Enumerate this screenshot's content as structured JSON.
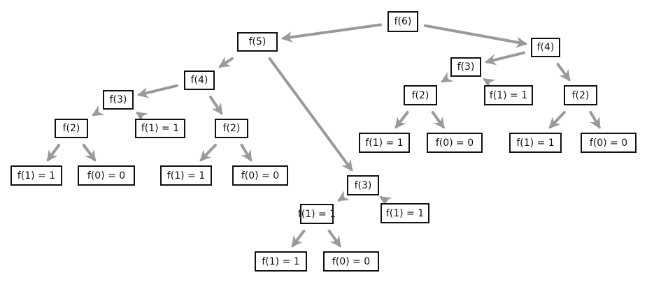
{
  "colors": {
    "arrow": "#9a9a9a",
    "node_border": "#111111",
    "node_text": "#111111",
    "background": "#ffffff"
  },
  "nodes": {
    "n1": {
      "label": "f(6)"
    },
    "n2": {
      "label": "f(5)"
    },
    "n3": {
      "label": "f(4)"
    },
    "n4": {
      "label": "f(4)"
    },
    "n5": {
      "label": "f(3)"
    },
    "n6": {
      "label": "f(3)"
    },
    "n7": {
      "label": "f(2)"
    },
    "n8": {
      "label": "f(1) = 1"
    },
    "n9": {
      "label": "f(2)"
    },
    "n10": {
      "label": "f(1) = 1"
    },
    "n11": {
      "label": "f(0) = 0"
    },
    "n12": {
      "label": "f(1) = 1"
    },
    "n13": {
      "label": "f(0) = 0"
    },
    "n14": {
      "label": "f(3)"
    },
    "n15": {
      "label": "f(2)"
    },
    "n16": {
      "label": "f(1) = 1"
    },
    "n17": {
      "label": "f(1) = 1"
    },
    "n18": {
      "label": "f(0) = 0"
    },
    "n19": {
      "label": "f(2)"
    },
    "n20": {
      "label": "f(1) = 1"
    },
    "n21": {
      "label": "f(1) = 1"
    },
    "n22": {
      "label": "f(0) = 0"
    },
    "n23": {
      "label": "f(1) = 1"
    },
    "n24": {
      "label": "f(0) = 0"
    },
    "n25": {
      "label": "f(1) = 1"
    }
  },
  "edges": [
    [
      "n1",
      "n2"
    ],
    [
      "n1",
      "n3"
    ],
    [
      "n2",
      "n4"
    ],
    [
      "n2",
      "n14"
    ],
    [
      "n4",
      "n5"
    ],
    [
      "n4",
      "n9"
    ],
    [
      "n5",
      "n7"
    ],
    [
      "n5",
      "n8"
    ],
    [
      "n7",
      "n10"
    ],
    [
      "n7",
      "n11"
    ],
    [
      "n9",
      "n12"
    ],
    [
      "n9",
      "n13"
    ],
    [
      "n3",
      "n6"
    ],
    [
      "n3",
      "n19"
    ],
    [
      "n6",
      "n15"
    ],
    [
      "n6",
      "n16"
    ],
    [
      "n15",
      "n17"
    ],
    [
      "n15",
      "n18"
    ],
    [
      "n19",
      "n21"
    ],
    [
      "n19",
      "n22"
    ],
    [
      "n14",
      "n20"
    ],
    [
      "n14",
      "n25"
    ],
    [
      "n20",
      "n23"
    ],
    [
      "n20",
      "n24"
    ]
  ]
}
